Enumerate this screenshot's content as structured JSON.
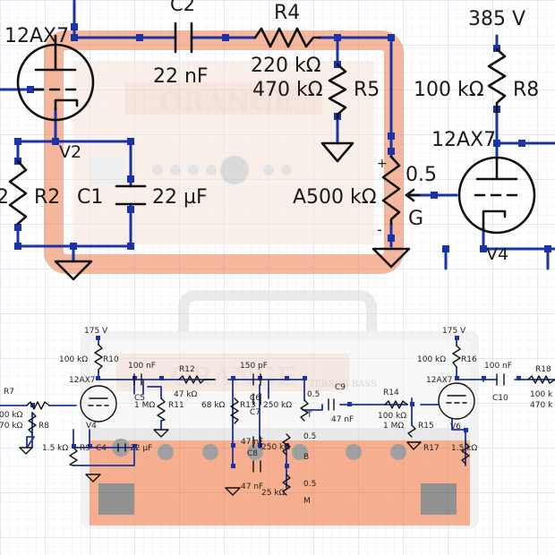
{
  "colors": {
    "wire": "#1b33a6",
    "node": "#1b33a6",
    "component": "#111111",
    "grid": "#c9d8ec",
    "amp_top_frame": "#f07a47",
    "amp_bottom_body": "#ee6a2a",
    "amp_bottom_edge": "#d9d9d9"
  },
  "background_brand": {
    "top_logo": "ORANGE",
    "bottom_logo": "ORANGE",
    "bottom_model": "TERROR BASS"
  },
  "top_schematic": {
    "tube_left": "12AX7",
    "tube_left_section": "V2",
    "cap_c2": "C2",
    "cap_c2_value": "22 nF",
    "res_r4": "R4",
    "res_r4_value": "220 kΩ",
    "res_r5_value": "470 kΩ",
    "res_r5": "R5",
    "res_r2": "R2",
    "cap_c1": "C1",
    "cap_c1_value": "22 µF",
    "supply": "385 V",
    "res_r8_value": "100 kΩ",
    "res_r8": "R8",
    "tube_right": "12AX7",
    "tube_right_section": "V4",
    "pot_wiper": "0.5",
    "pot_value": "A500 kΩ",
    "pot_name": "G",
    "pot_plus": "+",
    "pot_minus": "-",
    "left_edge_fragment": "2"
  },
  "bottom_schematic": {
    "supply_left": "175 V",
    "supply_right": "175 V",
    "r10": "100 kΩ",
    "r10_name": "R10",
    "tube1": "12AX7",
    "tube1_section": "V4",
    "c5": "100 nF",
    "c5_name": "C5",
    "r11": "1 MΩ",
    "r11_name": "R11",
    "r12": "R12",
    "r12_value": "47 kΩ",
    "r13": "68 kΩ",
    "r13_name": "R13",
    "c6": "150 pF",
    "c6_name": "C6",
    "c7": "C7",
    "treble_pot": "250 kΩ",
    "treble_pos": "0.5",
    "treble_t": "T",
    "c9": "C9",
    "c9_value": "47 nF",
    "r14": "R14",
    "r14_value": "100 kΩ",
    "r15": "1 MΩ",
    "r15_name": "R15",
    "bass_cap": "47 nF",
    "bass_cap_name": "C8",
    "bass_pot": "250 kΩ",
    "bass_pos": "0.5",
    "bass_b": "B",
    "mid_cap": "47 nF",
    "mid_pot": "25 kΩ",
    "mid_pos": "0.5",
    "mid_m": "M",
    "r7": "R7",
    "r7_value": "00 kΩ",
    "r8_value": "70 kΩ",
    "r8_name": "R8",
    "r9": "1.5 kΩ",
    "r9_name": "R9",
    "c4": "C4",
    "c4_value": "22 µF",
    "r16": "100 kΩ",
    "r16_name": "R16",
    "tube2": "12AX7",
    "tube2_section": "V6",
    "c10": "100 nF",
    "c10_name": "C10",
    "r17": "R17",
    "r17_value": "1.5 kΩ",
    "r18": "R18",
    "r18_value1": "100 k",
    "r18_value2": "470 k"
  }
}
